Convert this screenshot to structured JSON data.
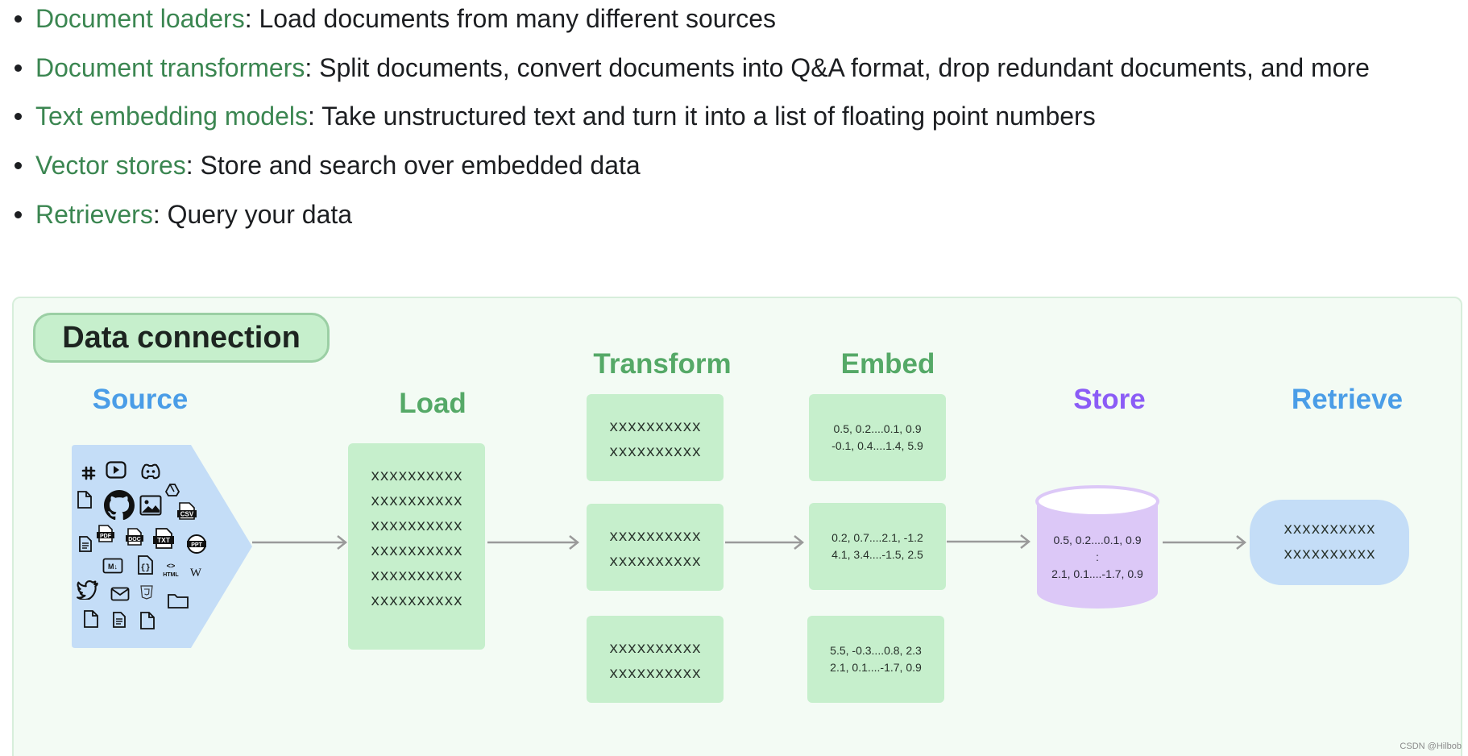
{
  "components": [
    {
      "link": "Document loaders",
      "desc": ": Load documents from many different sources"
    },
    {
      "link": "Document transformers",
      "desc": ": Split documents, convert documents into Q&A format, drop redundant documents, and more"
    },
    {
      "link": "Text embedding models",
      "desc": ": Take unstructured text and turn it into a list of floating point numbers"
    },
    {
      "link": "Vector stores",
      "desc": ": Store and search over embedded data"
    },
    {
      "link": "Retrievers",
      "desc": ": Query your data"
    }
  ],
  "diagram": {
    "title": "Data connection",
    "stages": {
      "source": "Source",
      "load": "Load",
      "transform": "Transform",
      "embed": "Embed",
      "store": "Store",
      "retrieve": "Retrieve"
    },
    "source_icons": [
      "slack-icon",
      "youtube-icon",
      "discord-icon",
      "drive-icon",
      "file-icon",
      "github-icon",
      "image-icon",
      "csv-icon",
      "doc-icon",
      "pdf-icon",
      "docx-icon",
      "txt-icon",
      "ppt-icon",
      "markdown-icon",
      "json-icon",
      "html-icon",
      "wikipedia-icon",
      "twitter-icon",
      "email-icon",
      "css-icon",
      "folder-icon",
      "file-icon",
      "text-file-icon",
      "file-icon"
    ],
    "source_icon_labels": {
      "csv": "CSV",
      "pdf": "PDF",
      "docx": "DOC",
      "txt": "TXT",
      "ppt": "PPT",
      "md": "M↓",
      "json": "{}",
      "html": "HTML",
      "wiki": "W"
    },
    "load_lines": [
      "xxxxxxxxxx",
      "xxxxxxxxxx",
      "xxxxxxxxxx",
      "xxxxxxxxxx",
      "xxxxxxxxxx",
      "xxxxxxxxxx"
    ],
    "transform_chunks": [
      [
        "xxxxxxxxxx",
        "xxxxxxxxxx"
      ],
      [
        "xxxxxxxxxx",
        "xxxxxxxxxx"
      ],
      [
        "xxxxxxxxxx",
        "xxxxxxxxxx"
      ]
    ],
    "embed_vectors": [
      [
        "0.5, 0.2....0.1, 0.9",
        "-0.1, 0.4....1.4, 5.9"
      ],
      [
        "0.2, 0.7....2.1, -1.2",
        "4.1, 3.4....-1.5, 2.5"
      ],
      [
        "5.5, -0.3....0.8, 2.3",
        "2.1, 0.1....-1.7, 0.9"
      ]
    ],
    "store_lines": [
      "0.5, 0.2....0.1, 0.9",
      ":",
      "2.1, 0.1....-1.7, 0.9"
    ],
    "retrieve_lines": [
      "xxxxxxxxxx",
      "xxxxxxxxxx"
    ],
    "colors": {
      "panel_bg": "#f3fbf4",
      "card_green": "#c6efcc",
      "source_blue": "#c4ddf7",
      "store_purple": "#dcc8f7",
      "title_green": "#55a967",
      "title_blue": "#4a9de7",
      "title_purple": "#8b5cf6",
      "link_green": "#3b8651",
      "arrow": "#9a9a9a"
    }
  },
  "credit": "CSDN @Hilbob"
}
